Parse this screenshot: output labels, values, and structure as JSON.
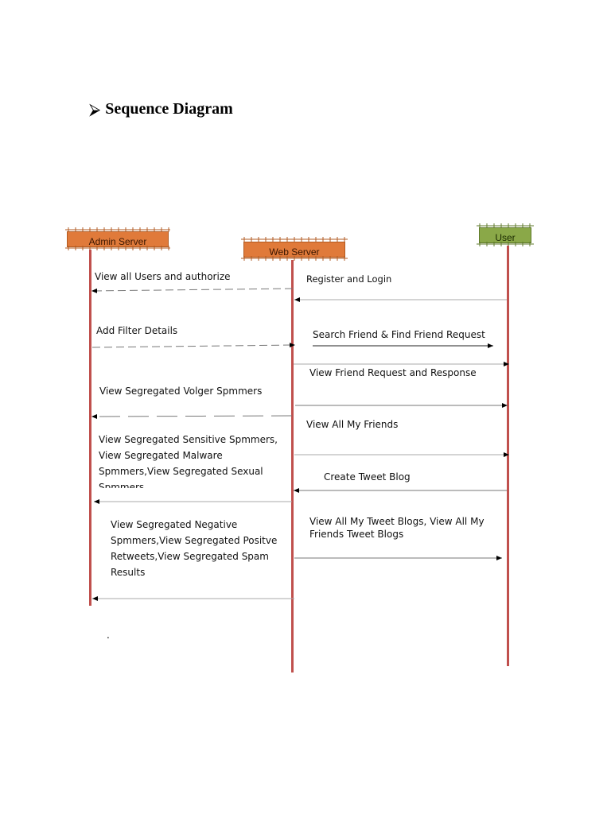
{
  "heading": {
    "bullet_icon": "arrowhead-bullet-icon",
    "title": "Sequence Diagram"
  },
  "actors": {
    "admin": {
      "label": "Admin Server",
      "color": "#e07a3a"
    },
    "web": {
      "label": "Web Server",
      "color": "#e07a3a"
    },
    "user": {
      "label": "User",
      "color": "#8aa848"
    }
  },
  "lifeline_color": "#c0504d",
  "messages": {
    "m1": "View all Users and authorize",
    "m2": "Register and Login",
    "m3": "Add Filter Details",
    "m4": "Search Friend & Find Friend Request",
    "m5": "View Friend Request and Response",
    "m6": "View Segregated Volger Spmmers",
    "m7": "View All My Friends",
    "m8a": "View Segregated Sensitive Spmmers,",
    "m8b": "View Segregated Malware",
    "m8c": "Spmmers,View Segregated Sexual",
    "m8d": "Spmmers",
    "m9": "Create Tweet Blog",
    "m10a": "View All My Tweet Blogs, View All My",
    "m10b": "Friends Tweet Blogs",
    "m11a": "View Segregated Negative",
    "m11b": "Spmmers,View Segregated Positve",
    "m11c": "Retweets,View Segregated Spam",
    "m11d": "Results"
  },
  "footnote": "."
}
